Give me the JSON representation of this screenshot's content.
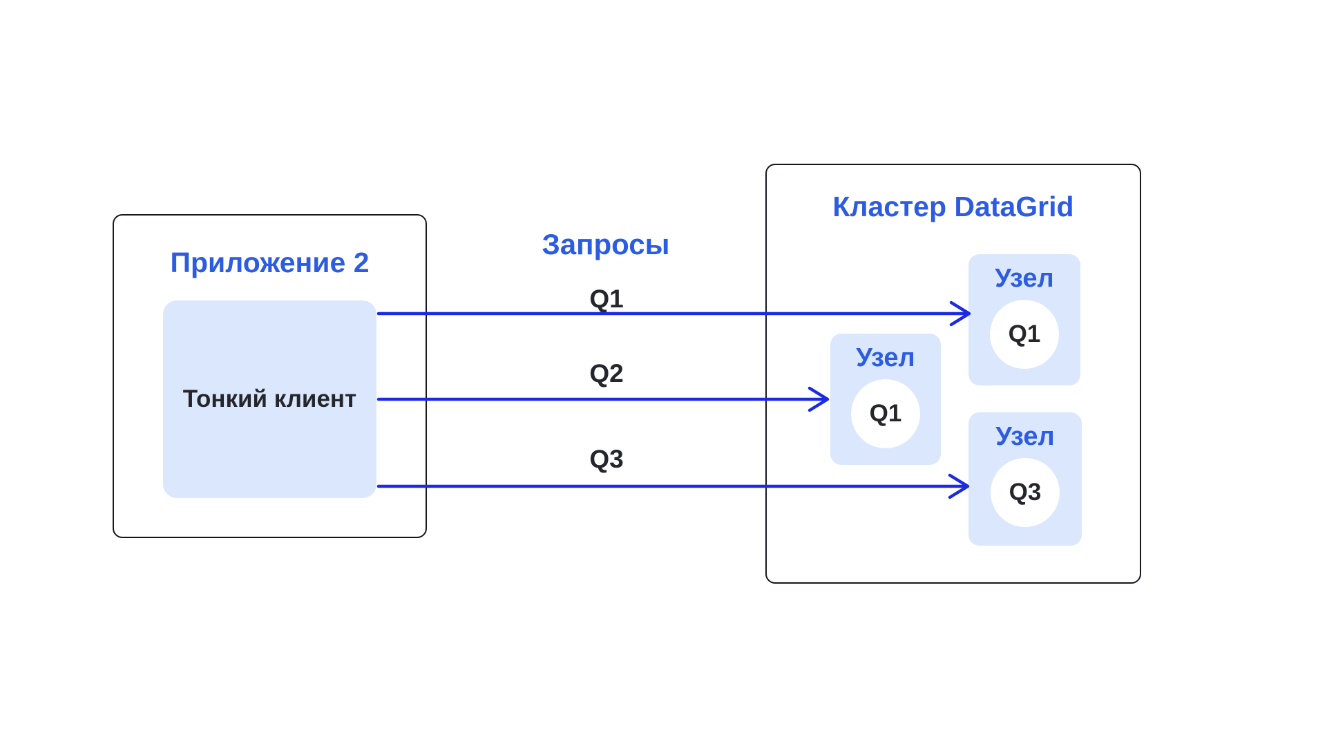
{
  "colors": {
    "accent_blue": "#2B5CE2",
    "arrow_blue": "#1B2BE1",
    "node_fill": "#DBE7FC",
    "dark_text": "#24262C",
    "box_border": "#15171C",
    "background": "#FFFFFF"
  },
  "app_box": {
    "title": "Приложение 2",
    "client_label": "Тонкий клиент"
  },
  "requests": {
    "label": "Запросы",
    "arrows": [
      {
        "label": "Q1"
      },
      {
        "label": "Q2"
      },
      {
        "label": "Q3"
      }
    ]
  },
  "cluster": {
    "title": "Кластер DataGrid",
    "nodes": [
      {
        "label": "Узел",
        "query": "Q1"
      },
      {
        "label": "Узел",
        "query": "Q1"
      },
      {
        "label": "Узел",
        "query": "Q3"
      }
    ]
  }
}
